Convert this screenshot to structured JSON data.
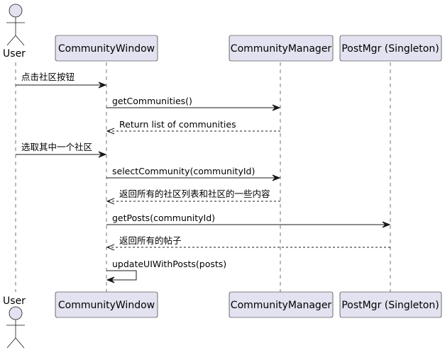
{
  "participants": {
    "user": "User",
    "community_window": "CommunityWindow",
    "community_manager": "CommunityManager",
    "post_mgr": "PostMgr (Singleton)"
  },
  "messages": [
    {
      "text": "点击社区按钮",
      "from": "user",
      "to": "community_window",
      "style": "solid"
    },
    {
      "text": "getCommunities()",
      "from": "community_window",
      "to": "community_manager",
      "style": "solid"
    },
    {
      "text": "Return list of communities",
      "from": "community_manager",
      "to": "community_window",
      "style": "dashed"
    },
    {
      "text": "选取其中一个社区",
      "from": "user",
      "to": "community_window",
      "style": "solid"
    },
    {
      "text": "selectCommunity(communityId)",
      "from": "community_window",
      "to": "community_manager",
      "style": "solid"
    },
    {
      "text": "返回所有的社区列表和社区的一些内容",
      "from": "community_manager",
      "to": "community_window",
      "style": "dashed"
    },
    {
      "text": "getPosts(communityId)",
      "from": "community_window",
      "to": "post_mgr",
      "style": "solid"
    },
    {
      "text": "返回所有的帖子",
      "from": "post_mgr",
      "to": "community_window",
      "style": "dashed"
    },
    {
      "text": "updateUIWithPosts(posts)",
      "from": "community_window",
      "to": "community_window",
      "style": "self"
    }
  ]
}
